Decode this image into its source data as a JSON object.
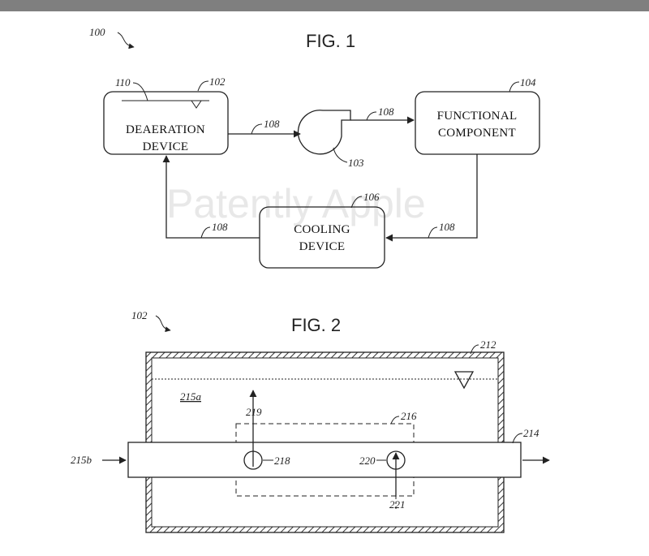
{
  "watermark": "Patently Apple",
  "fig1": {
    "title": "FIG. 1",
    "ref_system": "100",
    "ref_deaeration": "102",
    "ref_pump": "103",
    "ref_functional": "104",
    "ref_cooling": "106",
    "ref_flow": "108",
    "ref_level": "110",
    "deaeration_line1": "DEAERATION",
    "deaeration_line2": "DEVICE",
    "functional_line1": "FUNCTIONAL",
    "functional_line2": "COMPONENT",
    "cooling_line1": "COOLING",
    "cooling_line2": "DEVICE"
  },
  "fig2": {
    "title": "FIG. 2",
    "ref_device": "102",
    "ref_tank": "212",
    "ref_outlet": "214",
    "ref_fluid": "215a",
    "ref_inlet": "215b",
    "ref_region": "216",
    "ref_hole_a": "218",
    "ref_arrow_up": "219",
    "ref_hole_b": "220",
    "ref_arrow_in": "221"
  }
}
